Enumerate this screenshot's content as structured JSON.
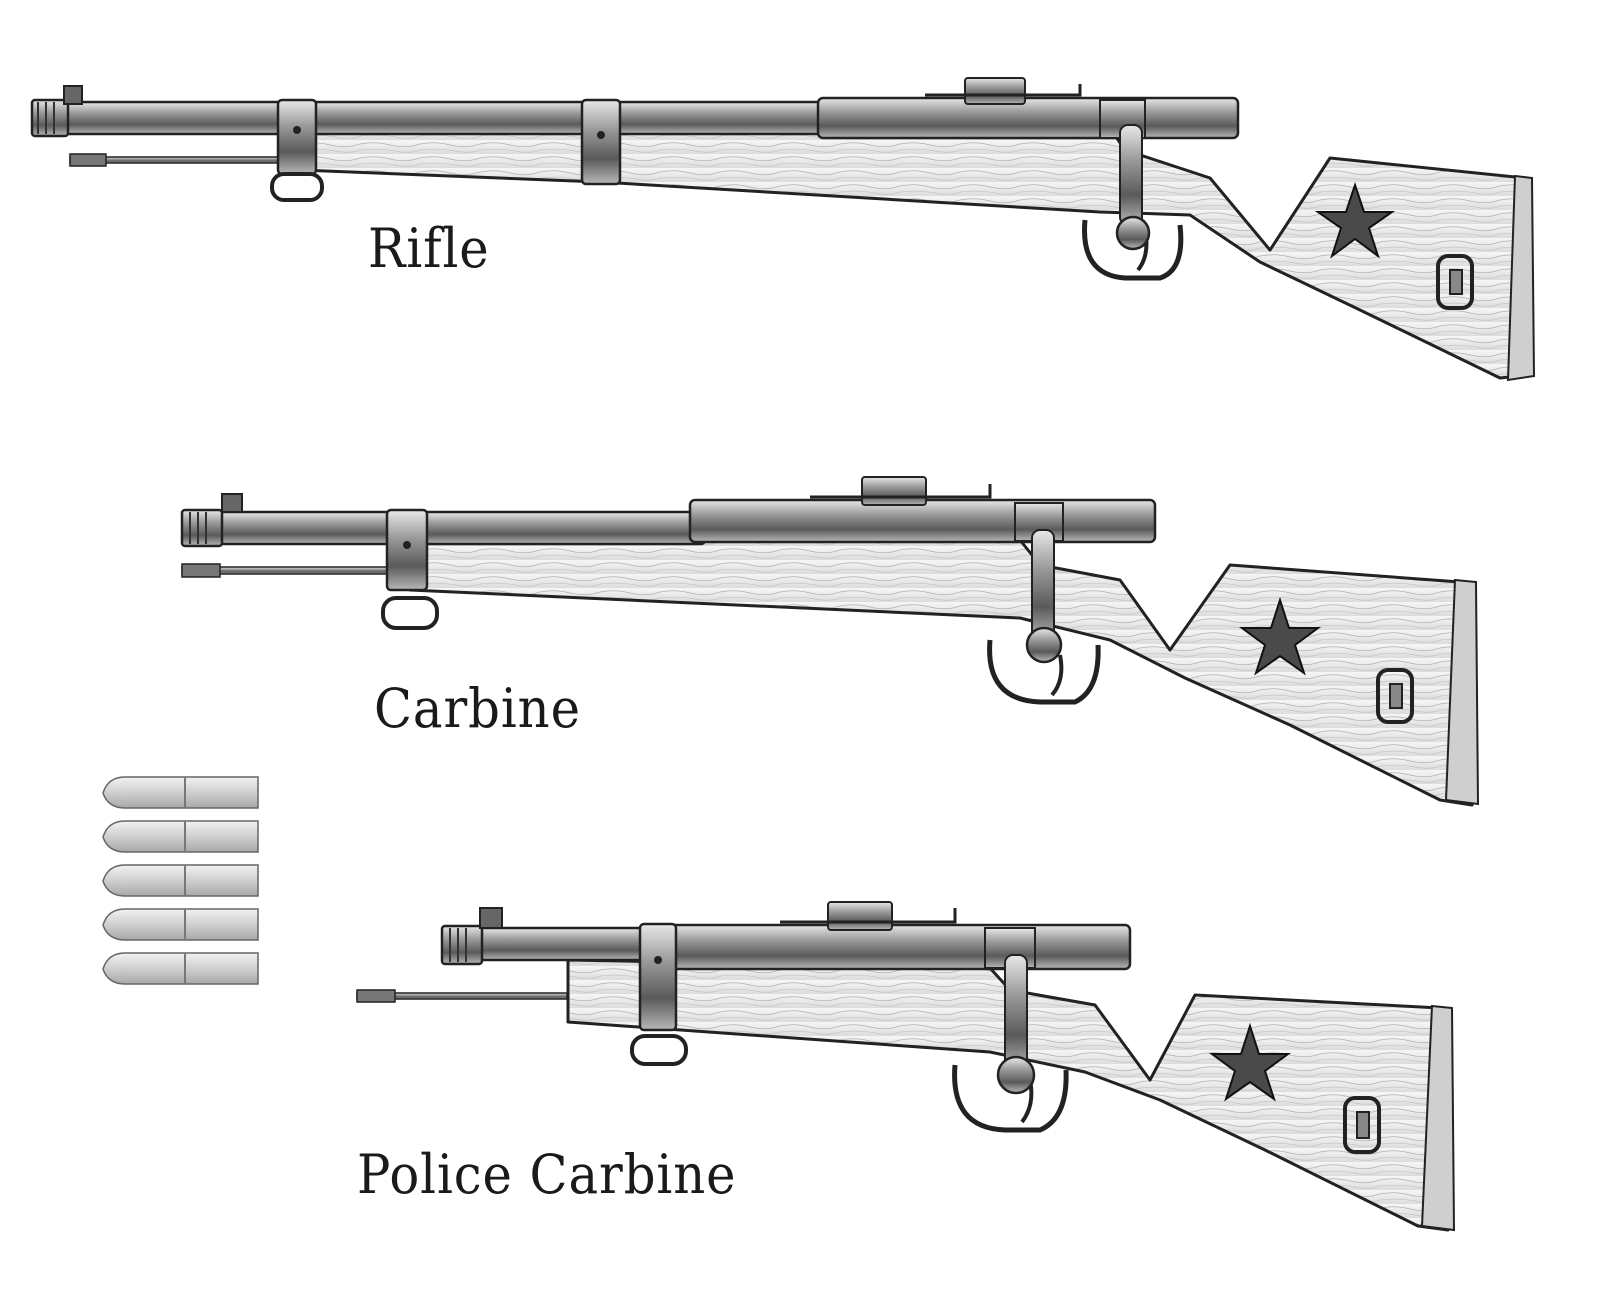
{
  "labels": {
    "rifle": "Rifle",
    "carbine": "Carbine",
    "police_carbine": "Police Carbine"
  },
  "illustration": {
    "style": "pencil sketch, black and white",
    "weapons": [
      "rifle",
      "carbine",
      "police-carbine"
    ],
    "stock_marking": "star-icon",
    "cartridge_count": 5
  },
  "colors": {
    "background": "#ffffff",
    "ink": "#1a1a1a",
    "metal": "#9a9a9a",
    "wood": "#ececec"
  }
}
